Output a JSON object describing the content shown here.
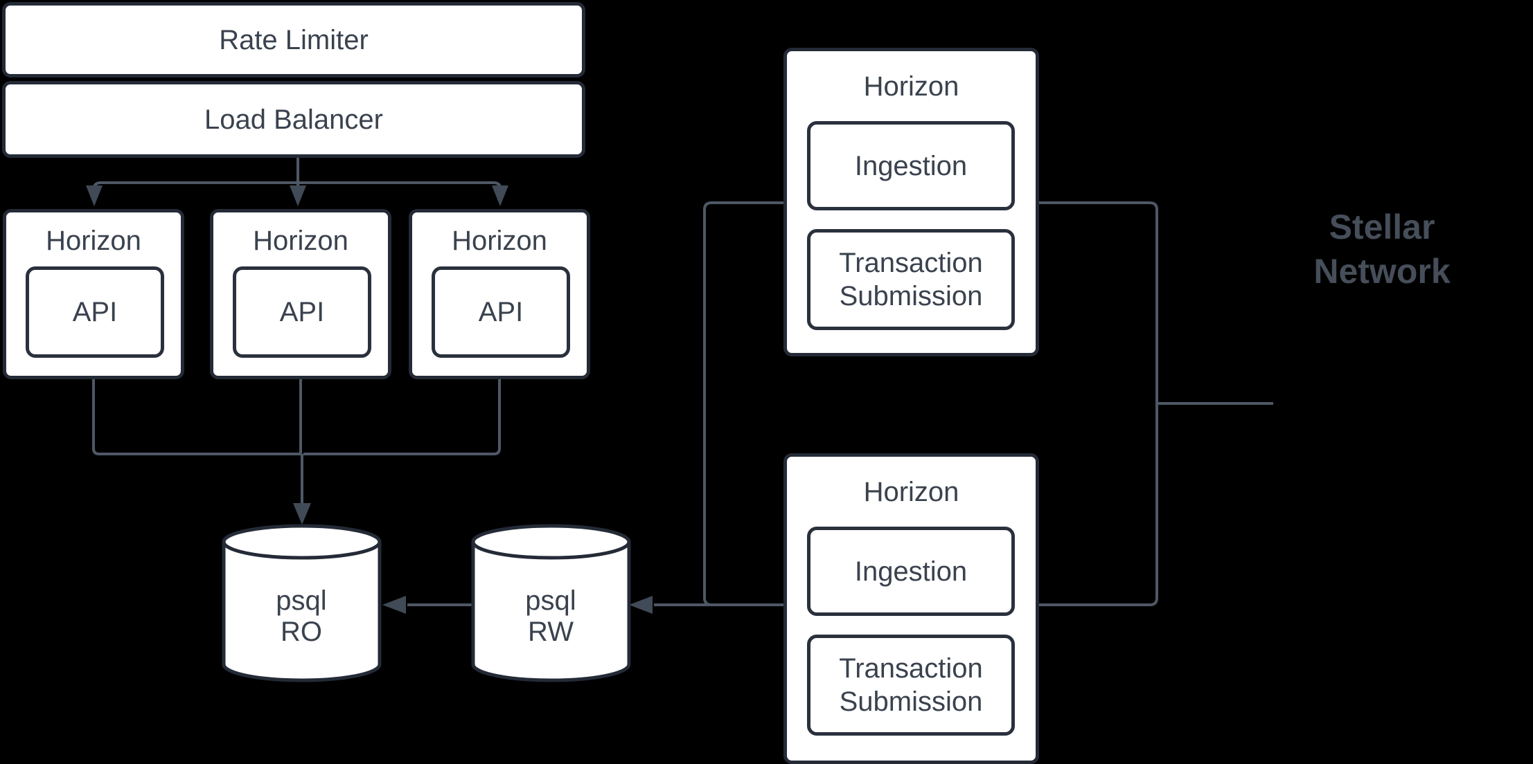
{
  "colors": {
    "background": "#000000",
    "node_fill": "#ffffff",
    "node_border": "#242b37",
    "node_text": "#3a424e",
    "connector": "#4e5865",
    "arrowhead": "#414b57",
    "network_text": "#464e5a"
  },
  "nodes": {
    "rate_limiter": {
      "label": "Rate Limiter"
    },
    "load_balancer": {
      "label": "Load Balancer"
    },
    "api_instances": [
      {
        "title": "Horizon",
        "service": "API"
      },
      {
        "title": "Horizon",
        "service": "API"
      },
      {
        "title": "Horizon",
        "service": "API"
      }
    ],
    "ingestion_instances": [
      {
        "title": "Horizon",
        "service1": "Ingestion",
        "service2_line1": "Transaction",
        "service2_line2": "Submission"
      },
      {
        "title": "Horizon",
        "service1": "Ingestion",
        "service2_line1": "Transaction",
        "service2_line2": "Submission"
      }
    ],
    "databases": [
      {
        "name_line1": "psql",
        "name_line2": "RO"
      },
      {
        "name_line1": "psql",
        "name_line2": "RW"
      }
    ],
    "stellar_network": {
      "line1": "Stellar",
      "line2": "Network"
    }
  }
}
